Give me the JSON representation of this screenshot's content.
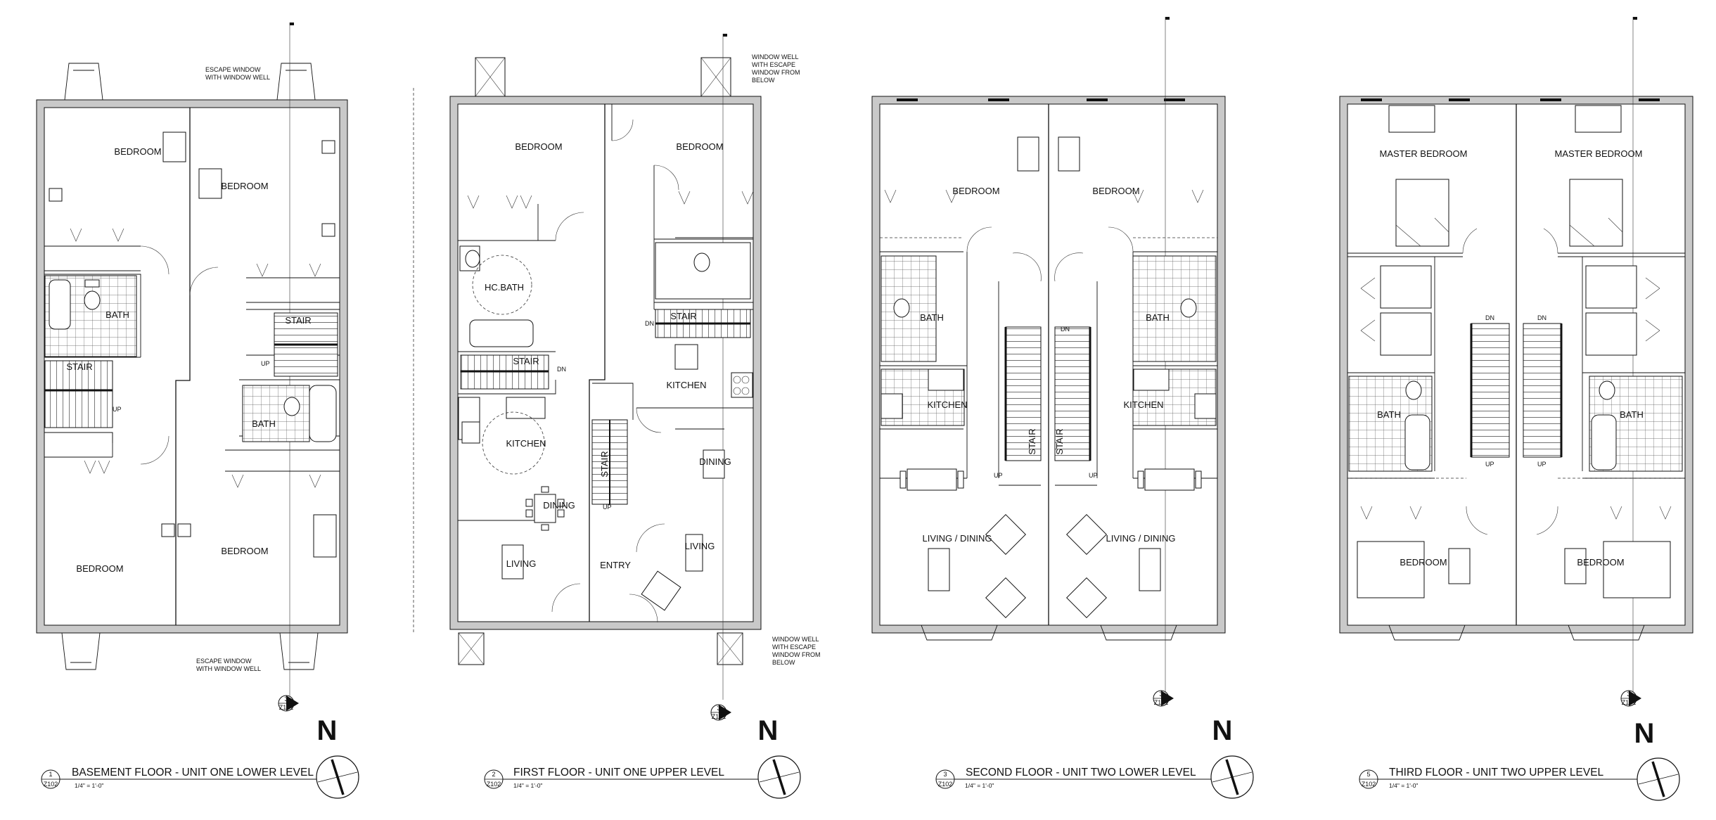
{
  "drawing": {
    "notes": {
      "escape_window": [
        "ESCAPE WINDOW",
        "WITH WINDOW WELL"
      ],
      "window_well": [
        "WINDOW WELL",
        "WITH ESCAPE",
        "WINDOW FROM",
        "BELOW"
      ]
    },
    "section_tag": {
      "num": "3",
      "sheet": "Z101"
    },
    "north": "N",
    "scale": "1/4\" = 1'-0\"",
    "plan_sheet": "Z102",
    "plans": [
      {
        "num": "1",
        "title": "BASEMENT FLOOR  -  UNIT ONE LOWER LEVEL",
        "rooms": {
          "bed_a": "BEDROOM",
          "bed_b": "BEDROOM",
          "bed_c": "BEDROOM",
          "bed_d": "BEDROOM",
          "bath_a": "BATH",
          "bath_b": "BATH",
          "stair_a": "STAIR",
          "stair_b": "STAIR",
          "up_a": "UP",
          "up_b": "UP"
        }
      },
      {
        "num": "2",
        "title": "FIRST FLOOR - UNIT ONE UPPER LEVEL",
        "rooms": {
          "bed_a": "BEDROOM",
          "bed_b": "BEDROOM",
          "hcbath": "HC.BATH",
          "stair_a": "STAIR",
          "stair_b": "STAIR",
          "stair_c": "STAIR",
          "kitchen_a": "KITCHEN",
          "kitchen_b": "KITCHEN",
          "dining_a": "DINING",
          "dining_b": "DINING",
          "living_a": "LIVING",
          "living_b": "LIVING",
          "entry": "ENTRY",
          "dn_a": "DN",
          "dn_b": "DN",
          "up": "UP"
        }
      },
      {
        "num": "3",
        "title": "SECOND FLOOR - UNIT TWO LOWER LEVEL",
        "rooms": {
          "bed_a": "BEDROOM",
          "bed_b": "BEDROOM",
          "bath_a": "BATH",
          "bath_b": "BATH",
          "kitchen_a": "KITCHEN",
          "kitchen_b": "KITCHEN",
          "stair_a": "STAIR",
          "stair_b": "STAIR",
          "living_a": "LIVING / DINING",
          "living_b": "LIVING / DINING",
          "up_a": "UP",
          "up_b": "UP",
          "dn": "DN"
        }
      },
      {
        "num": "5",
        "title": "THIRD FLOOR - UNIT TWO UPPER LEVEL",
        "rooms": {
          "master_a": "MASTER BEDROOM",
          "master_b": "MASTER BEDROOM",
          "bath_a": "BATH",
          "bath_b": "BATH",
          "bed_a": "BEDROOM",
          "bed_b": "BEDROOM",
          "dn_a": "DN",
          "dn_b": "DN",
          "up_a": "UP",
          "up_b": "UP"
        }
      }
    ]
  }
}
